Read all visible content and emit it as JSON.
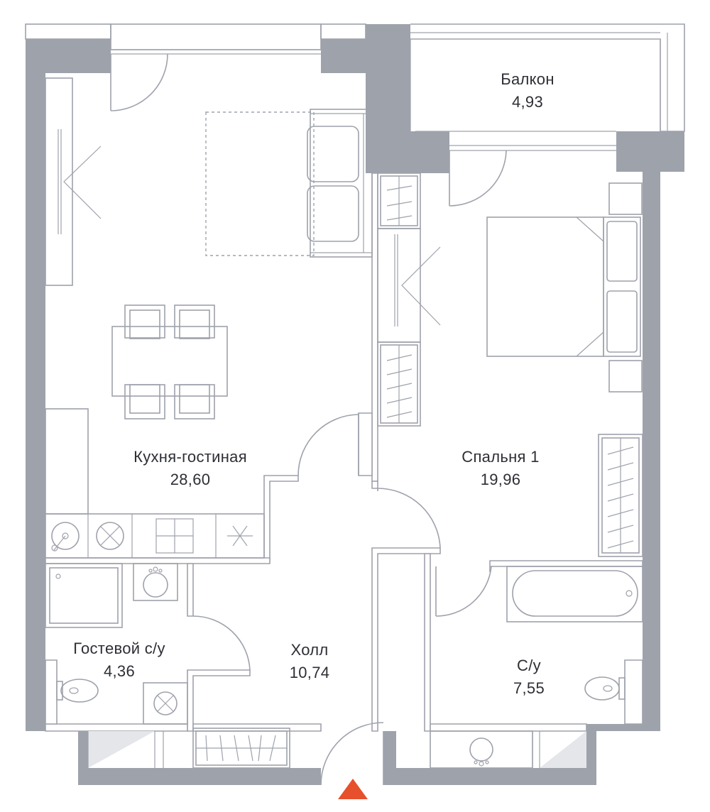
{
  "plan": {
    "wall_color": "#9ea2ab",
    "line_color": "#9ea2ab",
    "text_color": "#2d2f35",
    "entrance_marker_color": "#e6502c"
  },
  "rooms": {
    "balcony": {
      "name": "Балкон",
      "area": "4,93"
    },
    "kitchen_living": {
      "name": "Кухня-гостиная",
      "area": "28,60"
    },
    "bedroom": {
      "name": "Спальня 1",
      "area": "19,96"
    },
    "guest_bathroom": {
      "name": "Гостевой с/у",
      "area": "4,36"
    },
    "hall": {
      "name": "Холл",
      "area": "10,74"
    },
    "bathroom": {
      "name": "С/у",
      "area": "7,55"
    }
  }
}
